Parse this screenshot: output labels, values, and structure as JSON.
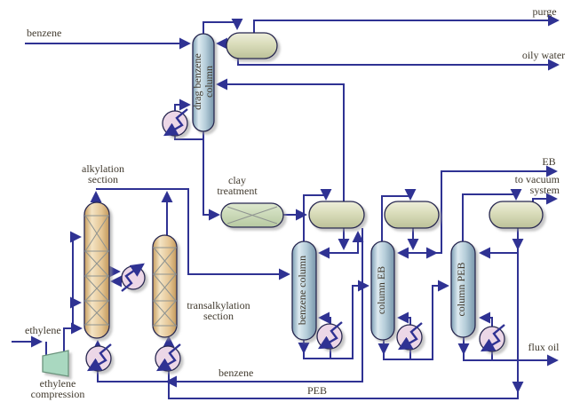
{
  "figure": {
    "type": "process flow diagram",
    "process": "ethylbenzene production"
  },
  "colors": {
    "stream_line": "#2f3293",
    "column_fill": "#b5cdd9",
    "drum_fill": "#d9dcba",
    "reactor_fill": "#e8cb97",
    "clay_vessel_fill": "#cfdebb",
    "exchanger_fill": "#ecd7e7",
    "compressor_fill": "#a9d8c0",
    "label_text": "#413a2e"
  },
  "labels": {
    "benzene_feed": "benzene",
    "purge": "purge",
    "oily_water": "oily water",
    "drag_benzene_column": "drag benzene\ncolumn",
    "alkylation_section": "alkylation\nsection",
    "clay_treatment": "clay\ntreatment",
    "transalkylation_section": "transalkylation\nsection",
    "ethylene_feed": "ethylene",
    "ethylene_compression": "ethylene\ncompression",
    "benzene_column": "benzene column",
    "column_eb": "column EB",
    "column_peb": "column PEB",
    "eb_product": "EB",
    "to_vacuum_system": "to vacuum\nsystem",
    "flux_oil": "flux oil",
    "benzene_recycle": "benzene",
    "peb_recycle": "PEB"
  }
}
